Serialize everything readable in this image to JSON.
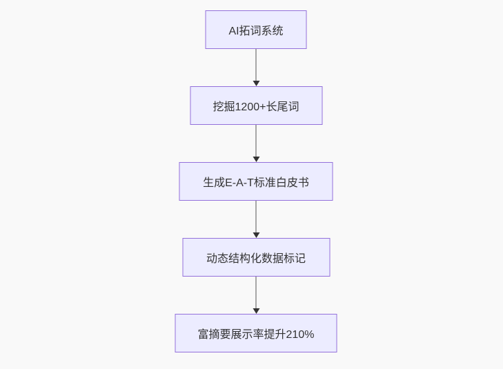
{
  "diagram": {
    "type": "flowchart",
    "direction": "top-down",
    "colors": {
      "background": "#f9f9f9",
      "node_fill": "#ECECFF",
      "node_border": "#9370DB",
      "node_text": "#333333",
      "edge_color": "#555555",
      "arrowhead_color": "#333333"
    },
    "nodes": [
      {
        "id": "node-1",
        "label": "AI拓词系统"
      },
      {
        "id": "node-2",
        "label": "挖掘1200+长尾词"
      },
      {
        "id": "node-3",
        "label": "生成E-A-T标准白皮书"
      },
      {
        "id": "node-4",
        "label": "动态结构化数据标记"
      },
      {
        "id": "node-5",
        "label": "富摘要展示率提升210%"
      }
    ],
    "edges": [
      {
        "from": "node-1",
        "to": "node-2",
        "style": "arrow-down"
      },
      {
        "from": "node-2",
        "to": "node-3",
        "style": "arrow-down"
      },
      {
        "from": "node-3",
        "to": "node-4",
        "style": "arrow-down"
      },
      {
        "from": "node-4",
        "to": "node-5",
        "style": "arrow-down"
      }
    ]
  }
}
